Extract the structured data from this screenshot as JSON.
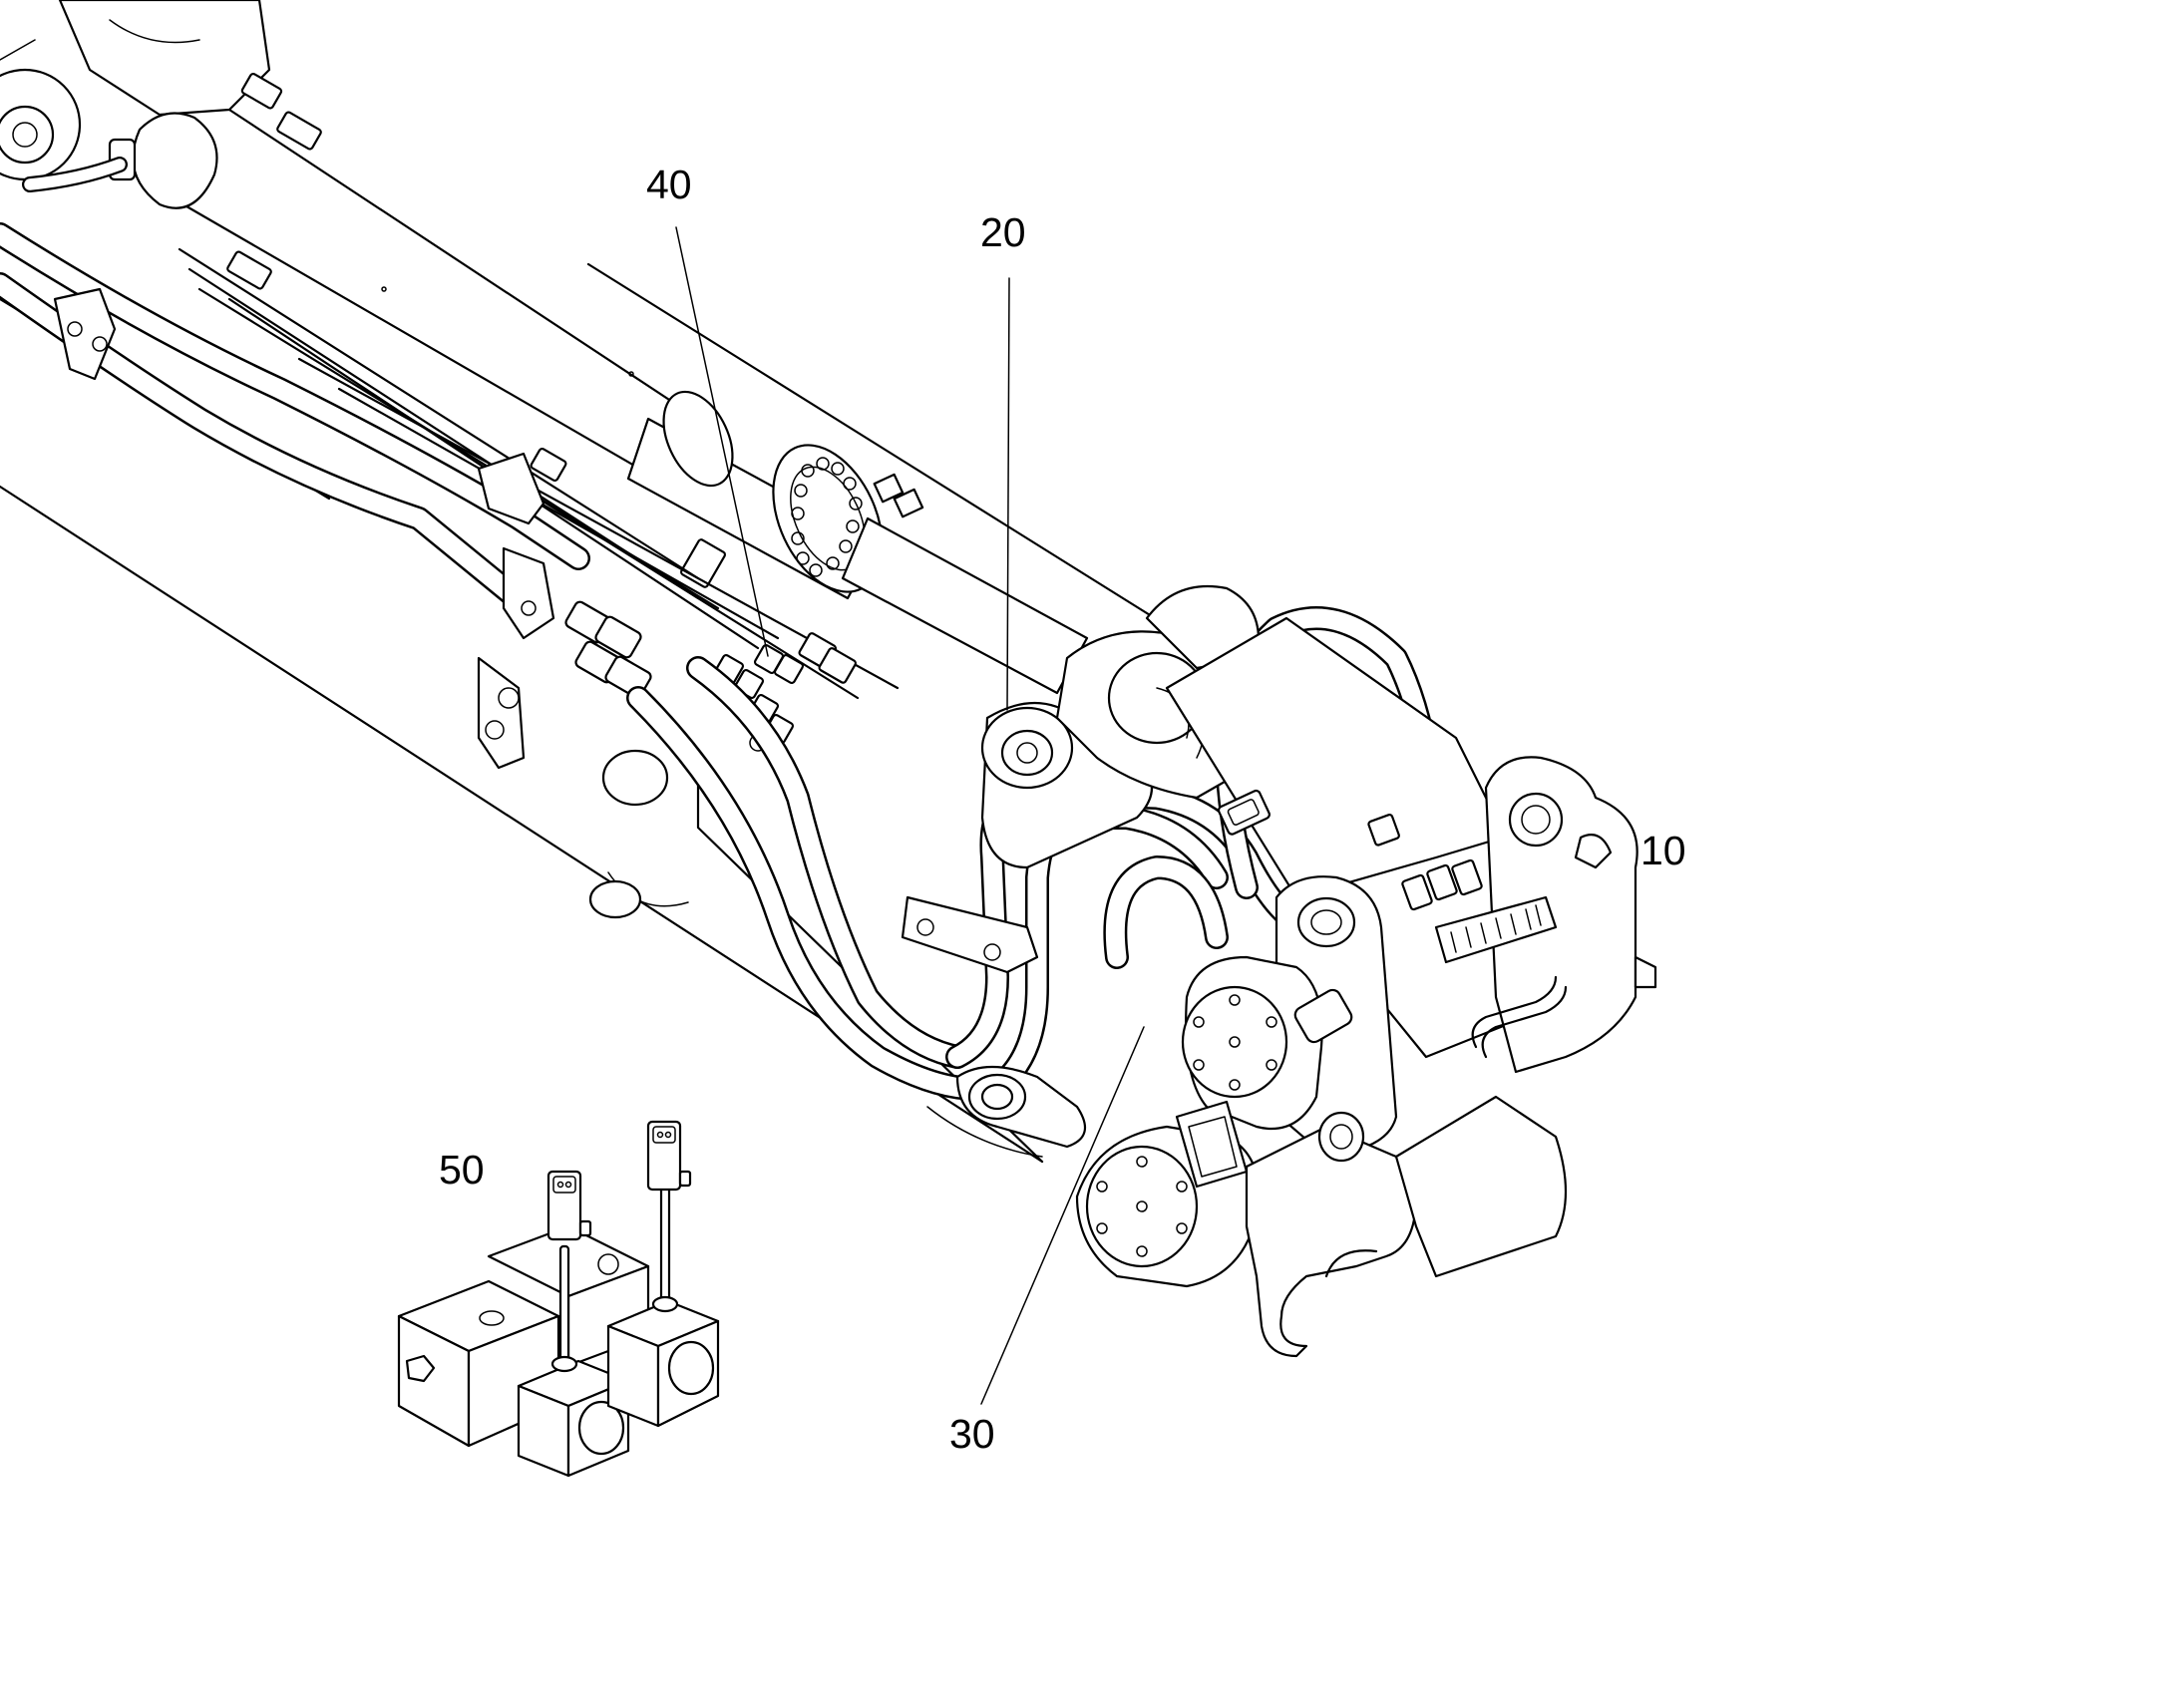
{
  "callouts": [
    {
      "id": "10",
      "label": "10"
    },
    {
      "id": "20",
      "label": "20"
    },
    {
      "id": "30",
      "label": "30"
    },
    {
      "id": "40",
      "label": "40"
    },
    {
      "id": "50",
      "label": "50"
    }
  ],
  "colors": {
    "line": "#000000",
    "background": "#ffffff"
  }
}
